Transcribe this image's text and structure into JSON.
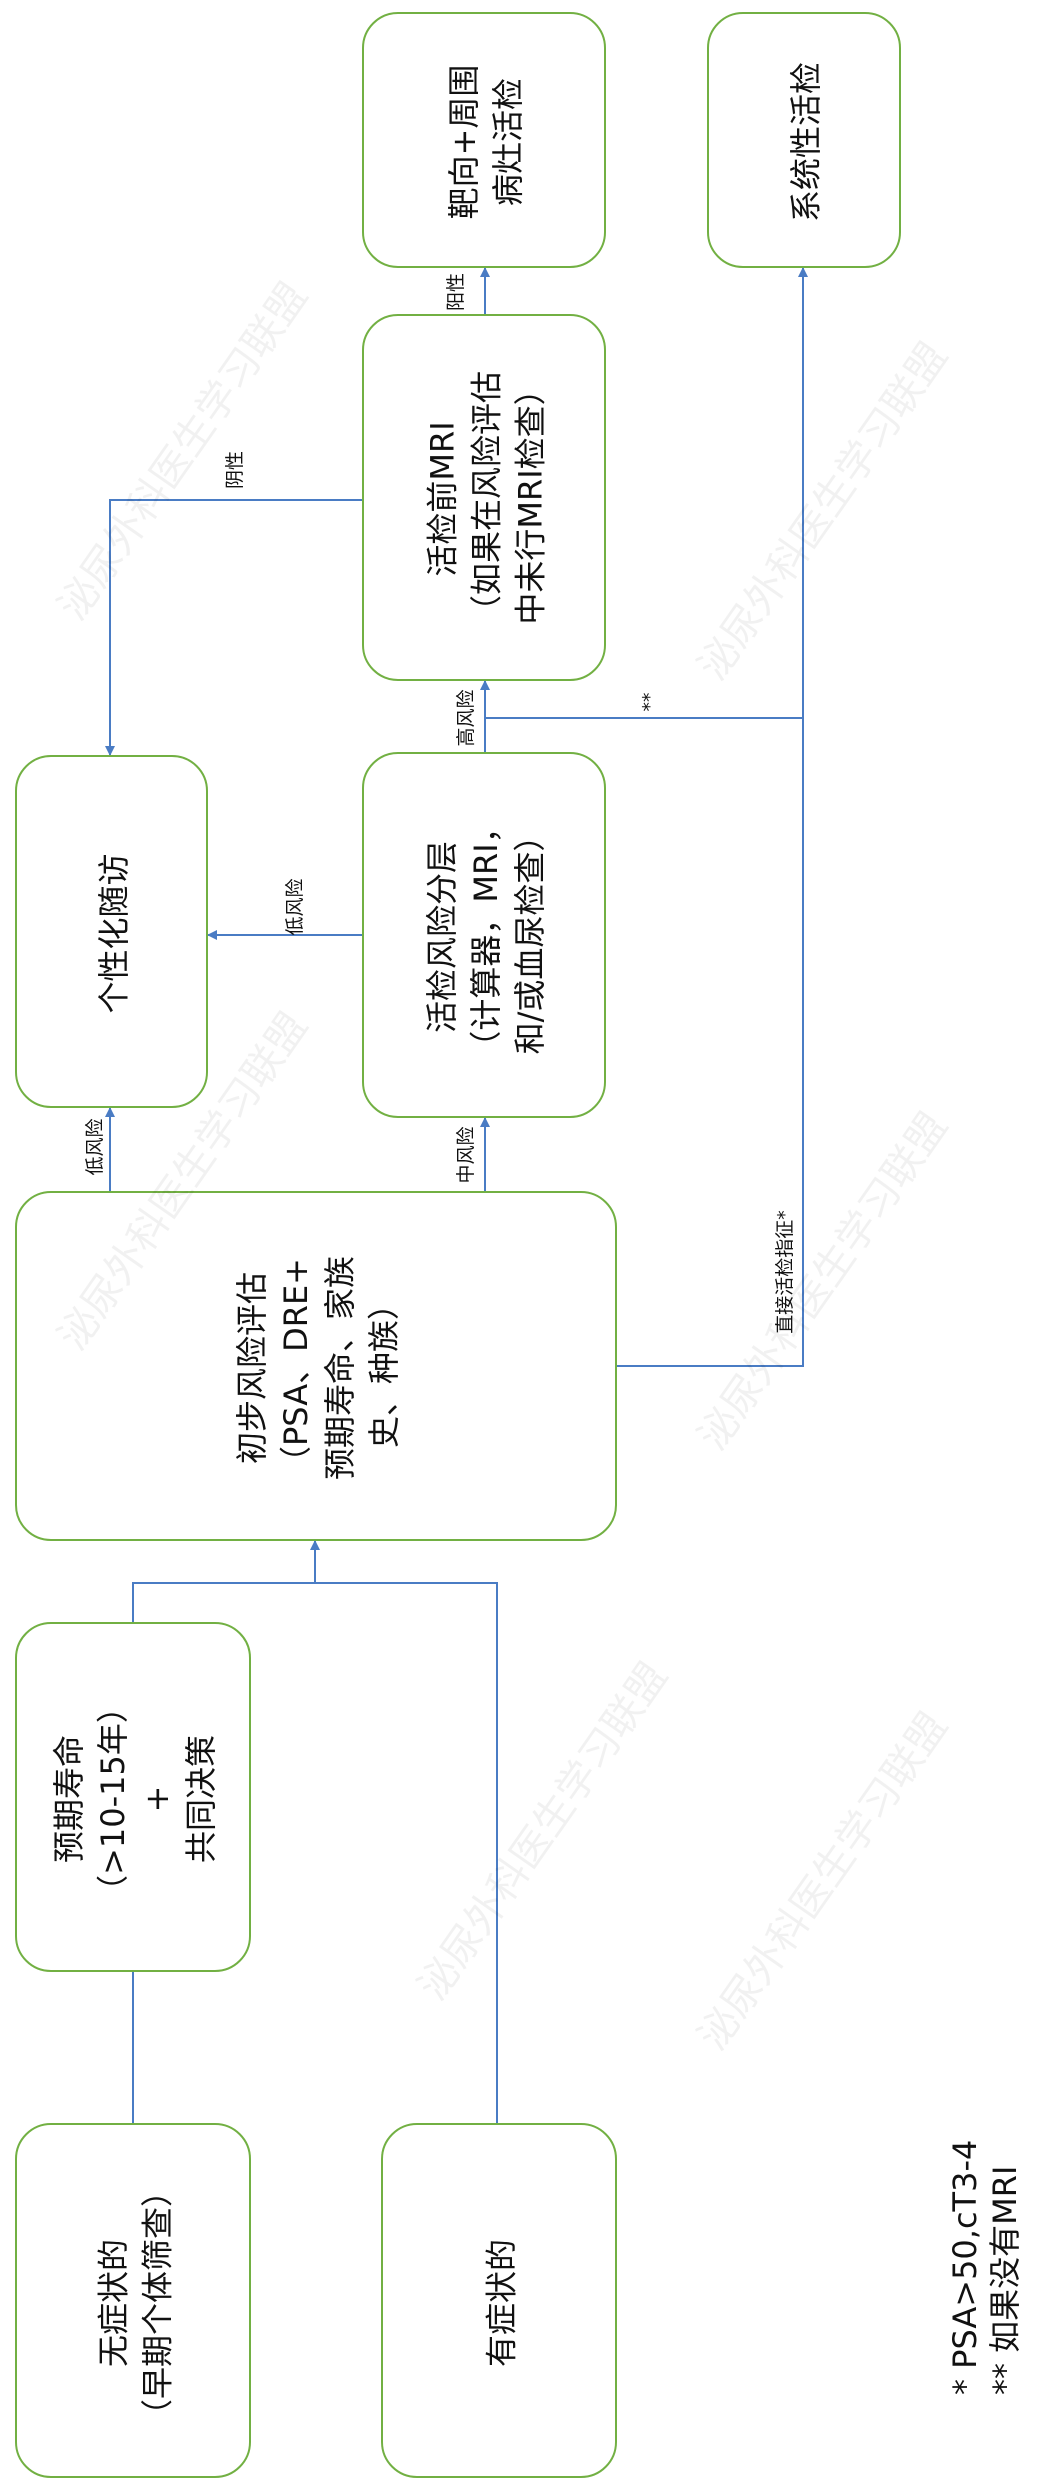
{
  "nodes": {
    "asymptomatic": [
      "无症状的",
      "（早期个体筛查）"
    ],
    "symptomatic": [
      "有症状的"
    ],
    "life_expectancy": [
      "预期寿命",
      "（>10-15年）",
      "+",
      "共同决策"
    ],
    "initial_risk": [
      "初步风险评估",
      "（PSA、DRE+",
      "预期寿命、家族",
      "史、种族）"
    ],
    "personalized_followup": [
      "个性化随访"
    ],
    "biopsy_risk": [
      "活检风险分层",
      "（计算器，MRI，",
      "和/或血尿检查）"
    ],
    "pre_biopsy_mri": [
      "活检前MRI",
      "（如果在风险评估",
      "中未行MRI检查）"
    ],
    "targeted_biopsy": [
      "靶向+周围",
      "病灶活检"
    ],
    "systematic_biopsy": [
      "系统性活检"
    ]
  },
  "edge_labels": {
    "low_risk_1": "低风险",
    "mid_risk": "中风险",
    "low_risk_2": "低风险",
    "high_risk": "高风险",
    "negative": "阴性",
    "positive": "阳性",
    "double_star": "**",
    "direct_biopsy": "直接活检指征*"
  },
  "footnotes": [
    "* PSA>50,cT3-4",
    "** 如果没有MRI"
  ],
  "watermark": "泌尿外科医生学习联盟",
  "colors": {
    "box_border": "#72b043",
    "arrow": "#4a7cc4"
  }
}
